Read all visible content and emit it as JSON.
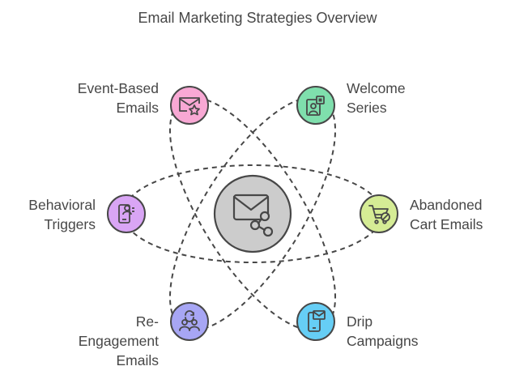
{
  "title": "Email Marketing Strategies Overview",
  "center": {
    "icon": "email-share-icon",
    "fill": "#cccccc"
  },
  "strategies": [
    {
      "key": "event",
      "lines": [
        "Event-Based",
        "Emails"
      ],
      "icon": "envelope-star-icon",
      "color": "#f8a8d4"
    },
    {
      "key": "welcome",
      "lines": [
        "Welcome",
        "Series"
      ],
      "icon": "welcome-badge-icon",
      "color": "#7fdfad"
    },
    {
      "key": "behavioral",
      "lines": [
        "Behavioral",
        "Triggers"
      ],
      "icon": "mobile-user-icon",
      "color": "#d9a5f5"
    },
    {
      "key": "abandoned",
      "lines": [
        "Abandoned",
        "Cart Emails"
      ],
      "icon": "cart-cancel-icon",
      "color": "#d5ec95"
    },
    {
      "key": "reengagement",
      "lines": [
        "Re-",
        "Engagement",
        "Emails"
      ],
      "icon": "users-refresh-icon",
      "color": "#a7a6f4"
    },
    {
      "key": "drip",
      "lines": [
        "Drip",
        "Campaigns"
      ],
      "icon": "mobile-mail-icon",
      "color": "#66cef5"
    }
  ]
}
